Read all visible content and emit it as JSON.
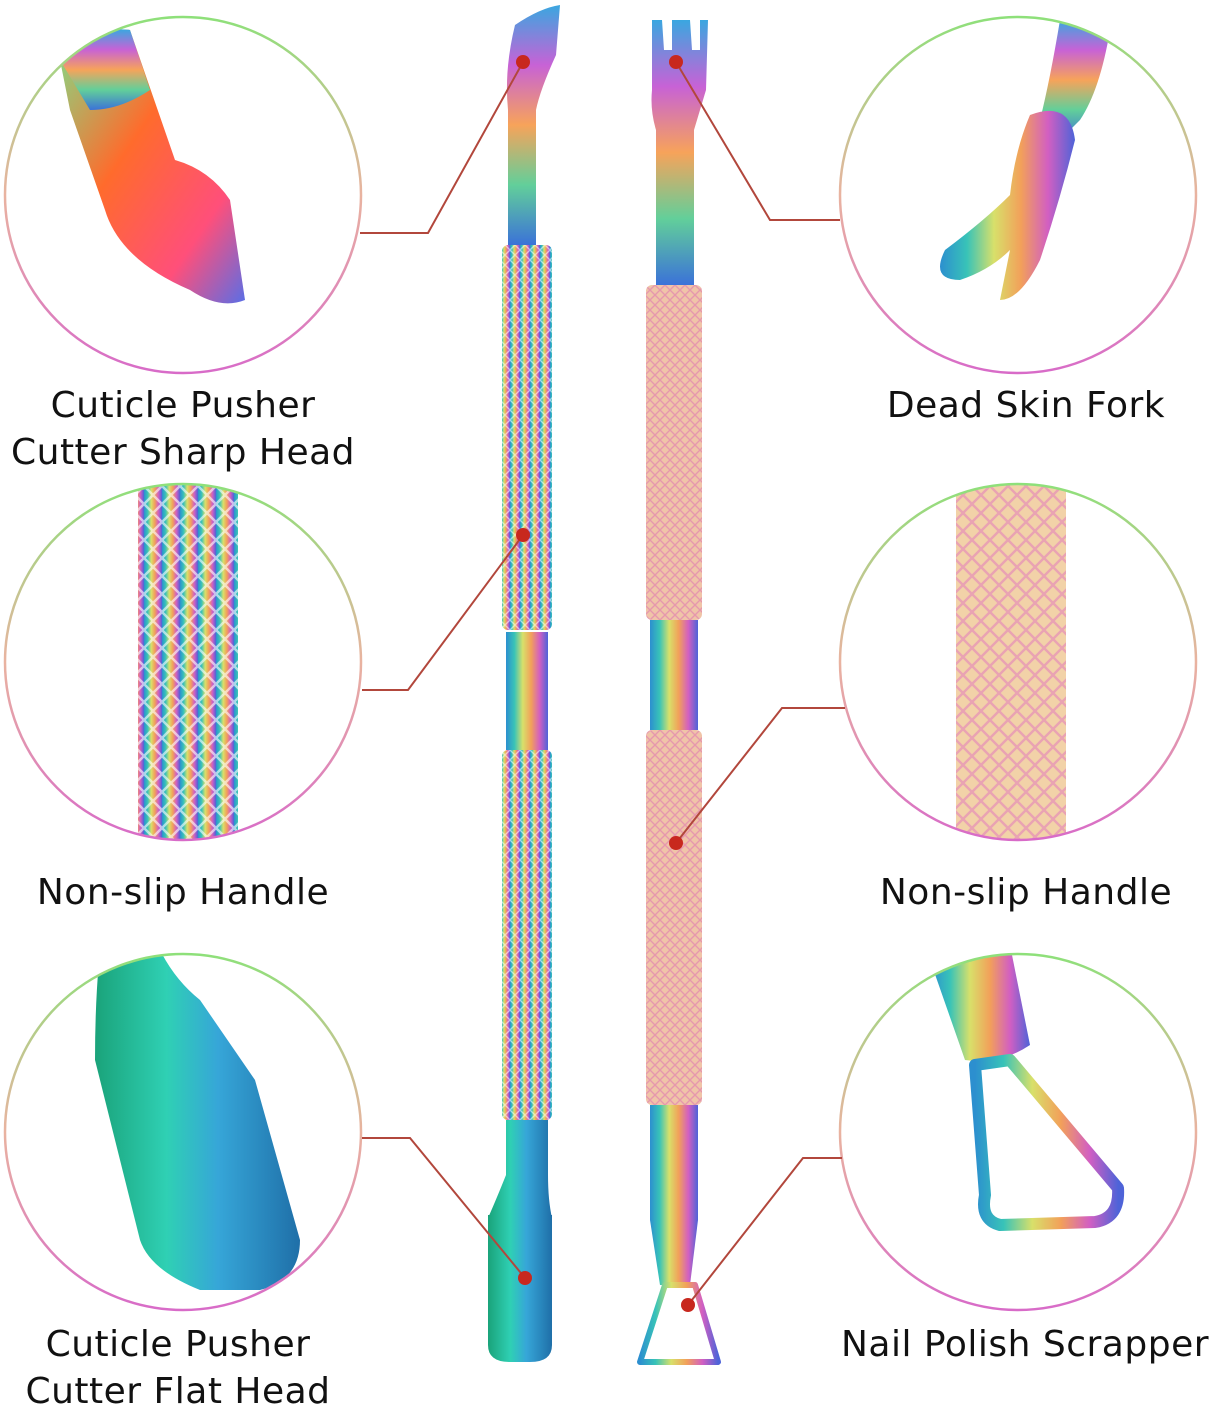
{
  "features": [
    {
      "id": "sharp-head",
      "lines": [
        "Cuticle Pusher",
        "Cutter Sharp Head"
      ],
      "detail_icon": "sharp-pusher-tip"
    },
    {
      "id": "handle-left",
      "lines": [
        "Non-slip Handle"
      ],
      "detail_icon": "knurled-grip"
    },
    {
      "id": "flat-head",
      "lines": [
        "Cuticle Pusher",
        "Cutter Flat Head"
      ],
      "detail_icon": "flat-pusher-tip"
    },
    {
      "id": "fork",
      "lines": [
        "Dead Skin Fork"
      ],
      "detail_icon": "dead-skin-fork"
    },
    {
      "id": "handle-right",
      "lines": [
        "Non-slip Handle"
      ],
      "detail_icon": "knurled-grip"
    },
    {
      "id": "scrapper",
      "lines": [
        "Nail Polish Scrapper"
      ],
      "detail_icon": "triangle-scraper"
    }
  ],
  "colors": {
    "callout_line": "#b2473c",
    "callout_dot": "#c8281e",
    "circle_top": "#8ee07a",
    "circle_bottom": "#d86bc8",
    "chrome_blue": "#35a8d6",
    "chrome_pink": "#e67ab8",
    "chrome_gold": "#e8c27a"
  }
}
